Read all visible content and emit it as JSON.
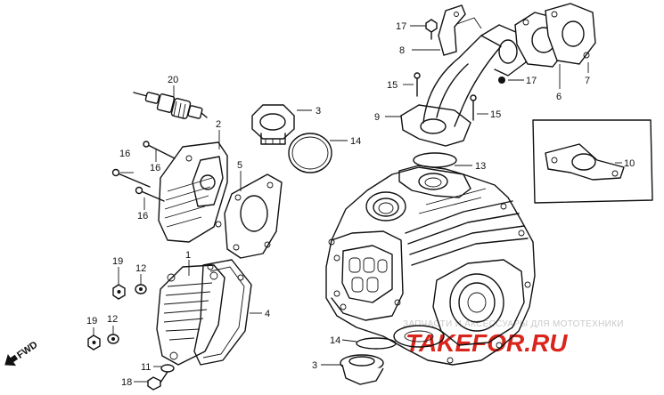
{
  "watermark": {
    "caption": "ЗАПЧАСТИ И АКСЕССУАРЫ ДЛЯ МОТОТЕХНИКИ",
    "brand": "TAKEFOR.RU",
    "brand_color": "#d9251c"
  },
  "direction_label": "FWD",
  "callouts": [
    {
      "id": "c20",
      "label": "20"
    },
    {
      "id": "c2",
      "label": "2"
    },
    {
      "id": "c3a",
      "label": "3"
    },
    {
      "id": "c14a",
      "label": "14"
    },
    {
      "id": "c16a",
      "label": "16"
    },
    {
      "id": "c16b",
      "label": "16"
    },
    {
      "id": "c16c",
      "label": "16"
    },
    {
      "id": "c5",
      "label": "5"
    },
    {
      "id": "c17a",
      "label": "17"
    },
    {
      "id": "c8",
      "label": "8"
    },
    {
      "id": "c15a",
      "label": "15"
    },
    {
      "id": "c17b",
      "label": "17"
    },
    {
      "id": "c9",
      "label": "9"
    },
    {
      "id": "c15b",
      "label": "15"
    },
    {
      "id": "c6",
      "label": "6"
    },
    {
      "id": "c7",
      "label": "7"
    },
    {
      "id": "c10",
      "label": "10"
    },
    {
      "id": "c13",
      "label": "13"
    },
    {
      "id": "c1",
      "label": "1"
    },
    {
      "id": "c4",
      "label": "4"
    },
    {
      "id": "c19a",
      "label": "19"
    },
    {
      "id": "c12a",
      "label": "12"
    },
    {
      "id": "c19b",
      "label": "19"
    },
    {
      "id": "c12b",
      "label": "12"
    },
    {
      "id": "c11",
      "label": "11"
    },
    {
      "id": "c18",
      "label": "18"
    },
    {
      "id": "c14b",
      "label": "14"
    },
    {
      "id": "c3b",
      "label": "3"
    }
  ]
}
